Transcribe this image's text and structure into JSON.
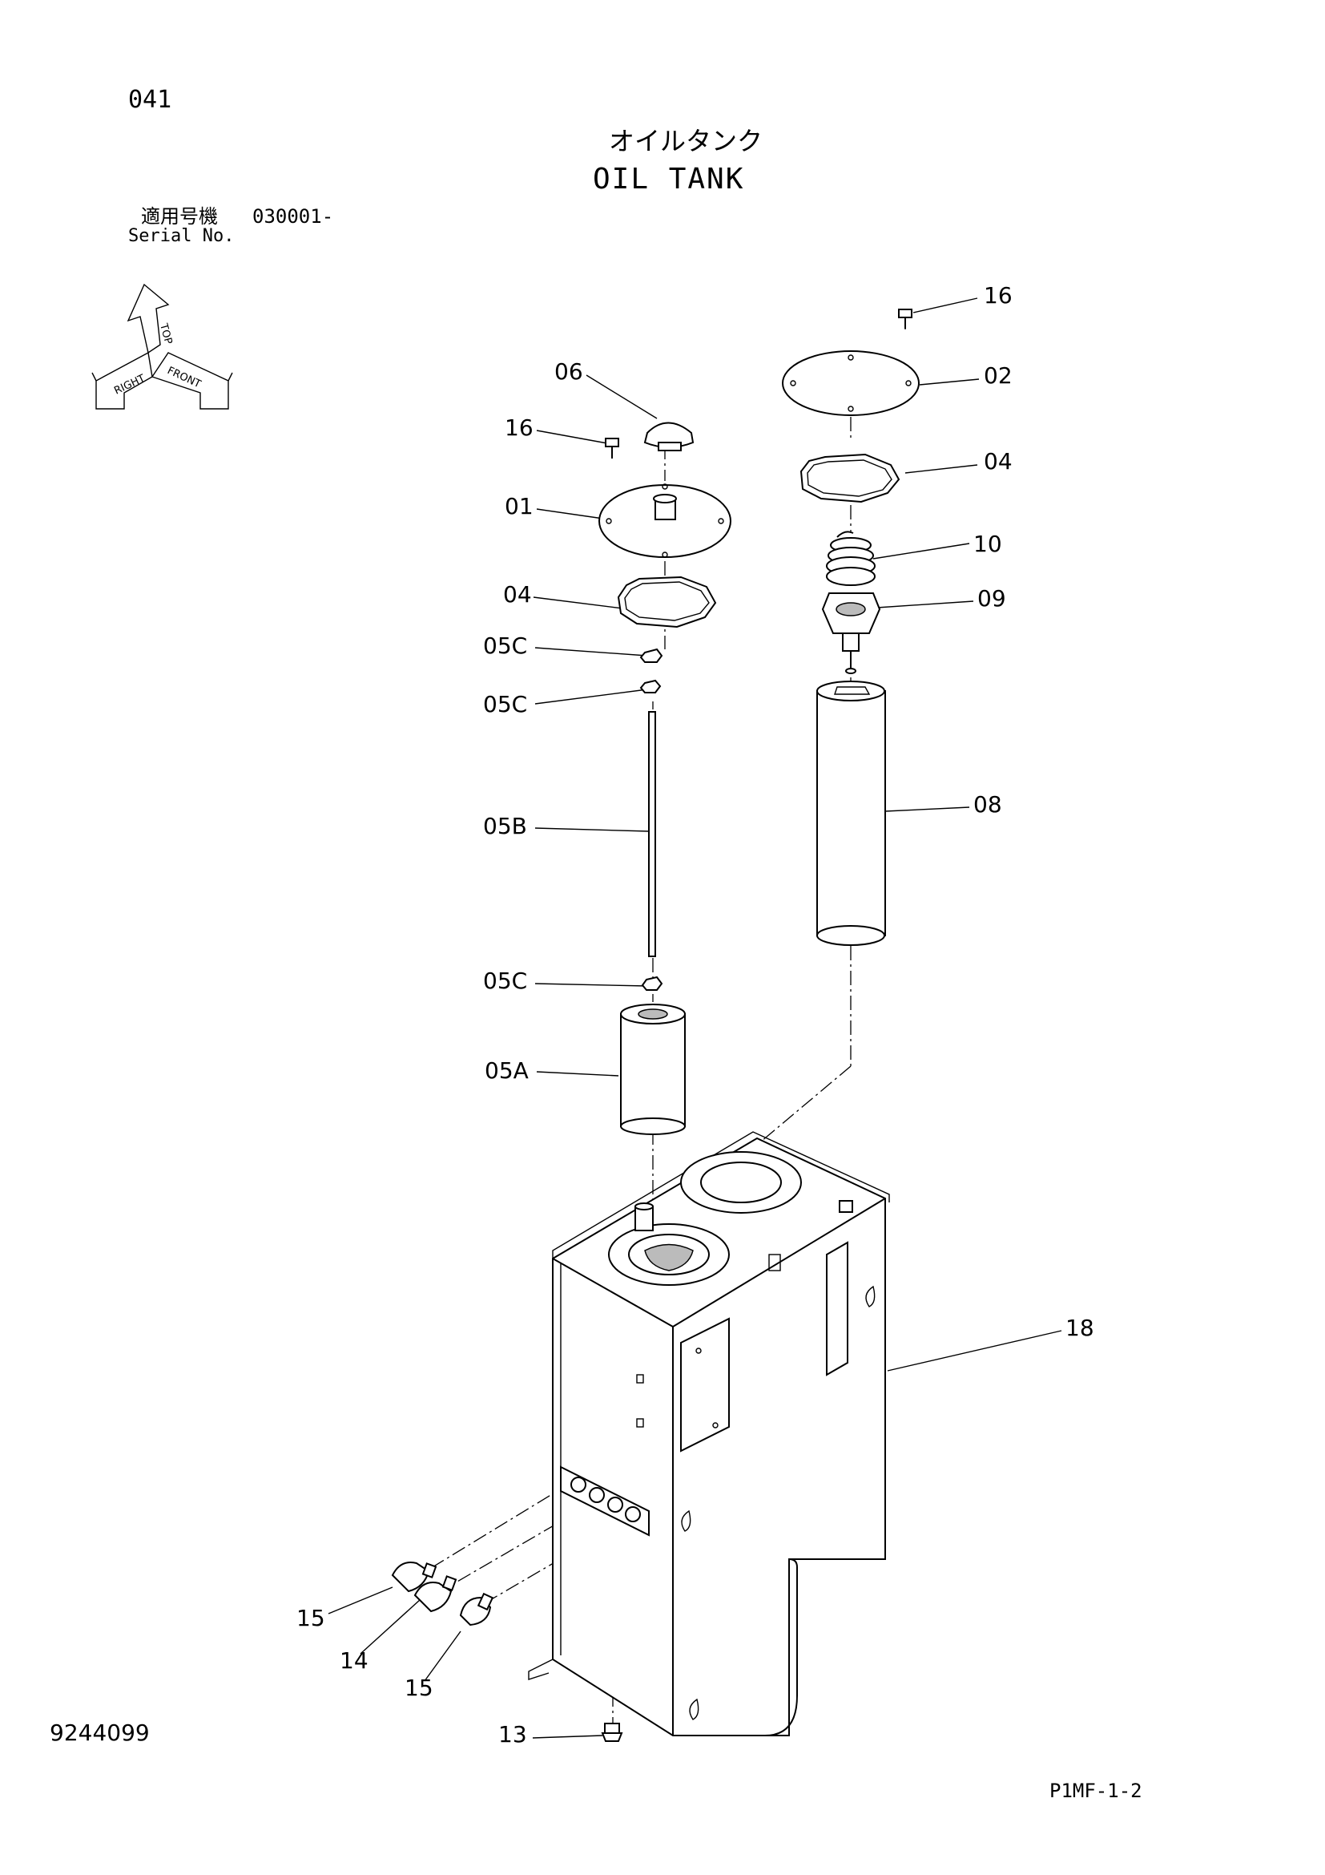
{
  "header": {
    "page_code": "041",
    "title_jp": "オイルタンク",
    "title_en": "OIL TANK",
    "serial_label_jp": "適用号機",
    "serial_value": "030001-",
    "serial_label_en": "Serial No."
  },
  "orientation": {
    "top": "TOP",
    "right": "RIGHT",
    "front": "FRONT"
  },
  "callouts": {
    "c16a": "16",
    "c02": "02",
    "c06": "06",
    "c16b": "16",
    "c04a": "04",
    "c01": "01",
    "c10": "10",
    "c04b": "04",
    "c09": "09",
    "c05c1": "05C",
    "c05c2": "05C",
    "c08": "08",
    "c05b": "05B",
    "c05c3": "05C",
    "c05a": "05A",
    "c18": "18",
    "c15a": "15",
    "c14": "14",
    "c15b": "15",
    "c13": "13"
  },
  "footer": {
    "drawing_no": "9244099",
    "sheet_code": "P1MF-1-2"
  }
}
